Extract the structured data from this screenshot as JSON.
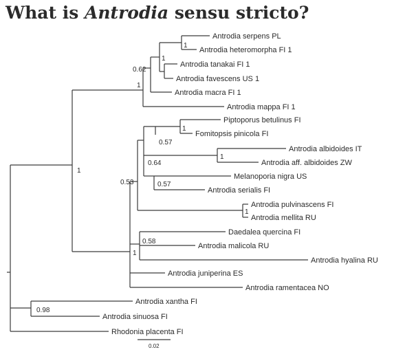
{
  "title": {
    "prefix": "What is ",
    "italic": "Antrodia",
    "suffix": " sensu stricto?"
  },
  "tree": {
    "scale_label": "0.02",
    "leaves": [
      "Antrodia serpens PL",
      "Antrodia heteromorpha FI 1",
      "Antrodia tanakai FI 1",
      "Antrodia favescens US 1",
      "Antrodia macra FI 1",
      "Antrodia mappa FI 1",
      "Piptoporus betulinus FI",
      "Fomitopsis pinicola FI",
      "Antrodia albidoides IT",
      "Antrodia aff. albidoides ZW",
      "Melanoporia nigra US",
      "Antrodia serialis FI",
      "Antrodia pulvinascens FI",
      "Antrodia mellita RU",
      "Daedalea quercina FI",
      "Antrodia malicola RU",
      "Antrodia hyalina RU",
      "Antrodia juniperina ES",
      "Antrodia ramentacea NO",
      "Antrodia xantha FI",
      "Antrodia sinuosa FI",
      "Rhodonia placenta FI"
    ],
    "supports": [
      "1",
      "1",
      "0.62",
      "1",
      "1",
      "0.57",
      "1",
      "0.64",
      "0.57",
      "0.53",
      "1",
      "0.58",
      "1",
      "1",
      "0.98"
    ]
  }
}
